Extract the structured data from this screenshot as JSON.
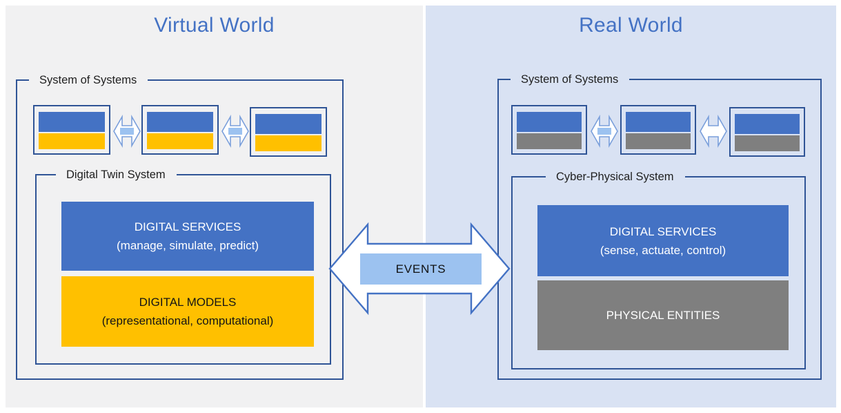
{
  "diagram": {
    "left": {
      "title": "Virtual World",
      "group_label": "System of Systems",
      "subsystem_label": "Digital Twin System",
      "services_line1": "DIGITAL SERVICES",
      "services_line2": "(manage, simulate, predict)",
      "models_line1": "DIGITAL MODELS",
      "models_line2": "(representational, computational)"
    },
    "right": {
      "title": "Real World",
      "group_label": "System of Systems",
      "subsystem_label": "Cyber-Physical System",
      "services_line1": "DIGITAL SERVICES",
      "services_line2": "(sense, actuate, control)",
      "entities_line1": "PHYSICAL ENTITIES"
    },
    "connector_label": "EVENTS",
    "colors": {
      "accent_blue": "#4472C4",
      "accent_yellow": "#FFC000",
      "accent_gray": "#7F7F7F",
      "border_navy": "#2F5496",
      "connector_fill": "#9CC2F0",
      "panel_left_bg": "#F1F1F2",
      "panel_right_bg": "#D9E2F3",
      "title_text": "#4472C4"
    }
  }
}
